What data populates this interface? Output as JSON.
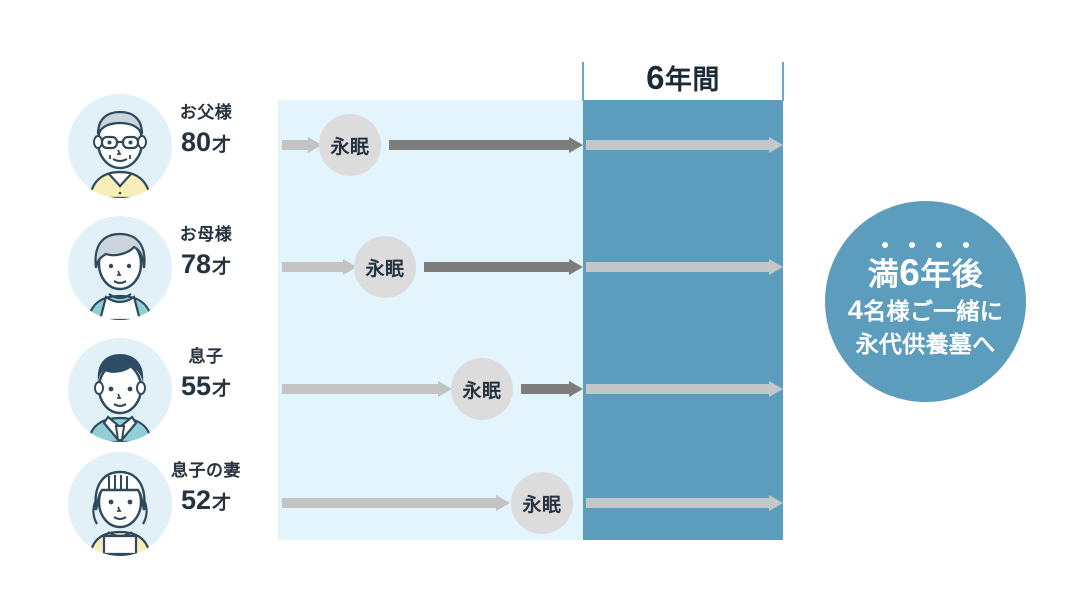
{
  "timeline": {
    "period_label_prefix": "6",
    "period_label_suffix": "年間",
    "light_panel_color": "#e3f4fd",
    "dark_band_color": "#5c9dbd"
  },
  "rows": [
    {
      "name": "お父様",
      "age": "80",
      "age_unit": "才",
      "avatar": "elderly-man-avatar",
      "event_label": "永眠"
    },
    {
      "name": "お母様",
      "age": "78",
      "age_unit": "才",
      "avatar": "elderly-woman-avatar",
      "event_label": "永眠"
    },
    {
      "name": "息子",
      "age": "55",
      "age_unit": "才",
      "avatar": "adult-man-avatar",
      "event_label": "永眠"
    },
    {
      "name": "息子の妻",
      "age": "52",
      "age_unit": "才",
      "avatar": "adult-woman-avatar",
      "event_label": "永眠"
    }
  ],
  "badge": {
    "line1_prefix": "満",
    "line1_number": "6",
    "line1_suffix": "年後",
    "line2_number": "4",
    "line2_text": "名様ご一緒に",
    "line3": "永代供養墓へ",
    "color": "#5c9dbd"
  }
}
